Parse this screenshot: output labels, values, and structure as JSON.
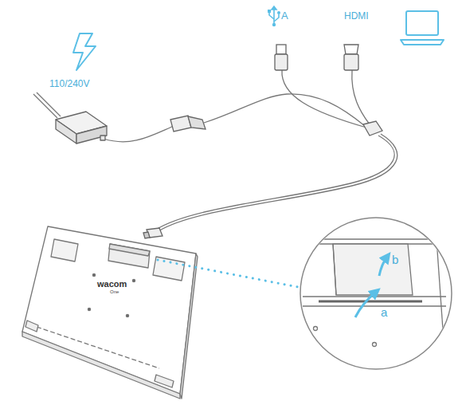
{
  "diagram": {
    "labels": [
      "A",
      "HDMI",
      "110/240V",
      "wacom",
      "One",
      "b",
      "a"
    ]
  }
}
